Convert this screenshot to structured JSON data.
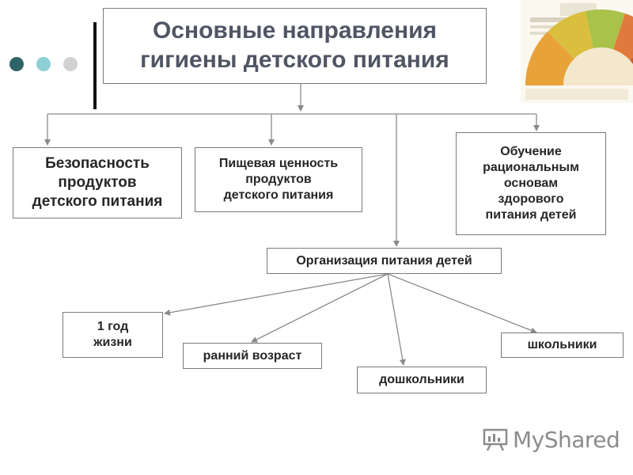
{
  "title": "Основные направления\nгигиены детского питания",
  "branches": {
    "safety": "Безопасность\nпродуктов\nдетского питания",
    "nutrition": "Пищевая ценность\nпродуктов\nдетского питания",
    "education": "Обучение\nрациональным\nосновам\nздорового\nпитания детей",
    "organization": "Организация питания детей"
  },
  "age_groups": {
    "infant": "1 год\nжизни",
    "early": "ранний возраст",
    "preschool": "дошкольники",
    "school": "школьники"
  },
  "watermark": "MyShared",
  "colors": {
    "dot1": "#2e6468",
    "dot2": "#8ecfd6",
    "dot3": "#d2d2d2",
    "title_text": "#505565",
    "connector": "#8a8a8a"
  }
}
